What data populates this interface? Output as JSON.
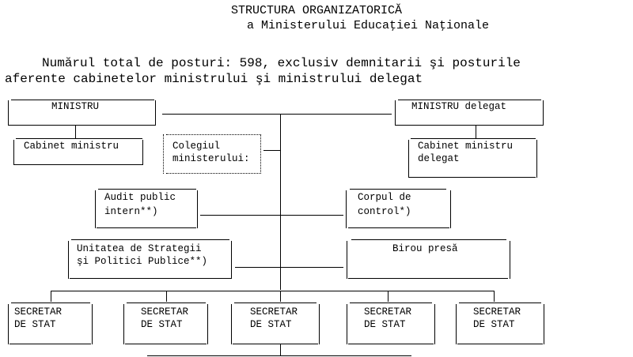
{
  "title": {
    "line1": "STRUCTURA ORGANIZATORICĂ",
    "line2": "a Ministerului Educaţiei Naţionale"
  },
  "intro": {
    "line1": "Numărul total de posturi: 598, exclusiv demnitarii şi posturile",
    "line2": "aferente cabinetelor ministrului şi ministrului delegat"
  },
  "nodes": {
    "ministru": "MINISTRU",
    "ministru_delegat": "MINISTRU delegat",
    "cabinet_ministru": "Cabinet ministru",
    "cabinet_delegat_1": "Cabinet ministru",
    "cabinet_delegat_2": "delegat",
    "colegiu_1": "Colegiul",
    "colegiu_2": "ministerului:",
    "audit_1": "Audit public",
    "audit_2": "intern**)",
    "control_1": "Corpul de",
    "control_2": "control*)",
    "strategii_1": "Unitatea de Strategii",
    "strategii_2": "şi Politici Publice**)",
    "birou_presa": "Birou presă",
    "secretar_1": "SECRETAR",
    "secretar_2": "DE STAT"
  }
}
